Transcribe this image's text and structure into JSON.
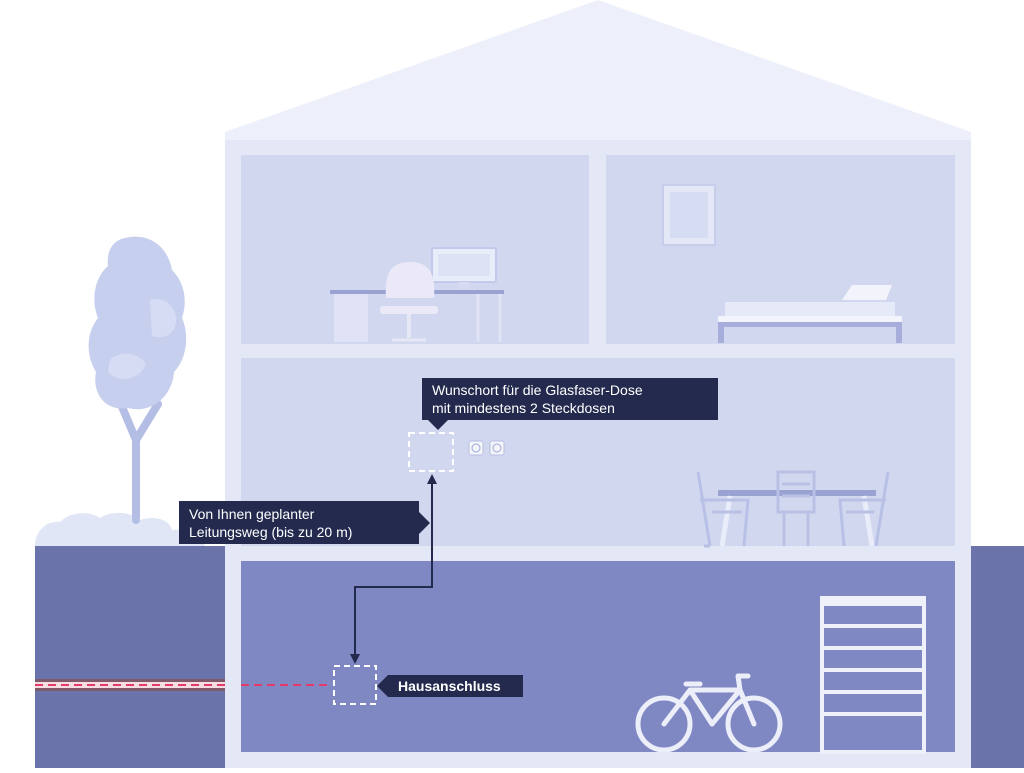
{
  "labels": {
    "wunschort": [
      "Wunschort für die Glasfaser-Dose",
      "mit mindestens 2 Steckdosen"
    ],
    "leitungsweg": [
      "Von Ihnen geplanter",
      "Leitungsweg (bis zu 20 m)"
    ],
    "hausanschluss": "Hausanschluss"
  },
  "colors": {
    "roof": "#edf0fb",
    "wall": "#e4e8f6",
    "room": "#d0d7ef",
    "basement": "#8088c3",
    "ground": "#6a74ab",
    "tree": "#c7cfee",
    "label_bg": "#232a4e",
    "cable": "#e33a6a"
  },
  "icons": [
    "tree-icon",
    "desk-icon",
    "chair-icon",
    "monitor-icon",
    "picture-frame-icon",
    "bed-icon",
    "dining-table-icon",
    "socket-icon",
    "bicycle-icon",
    "shelf-icon"
  ]
}
